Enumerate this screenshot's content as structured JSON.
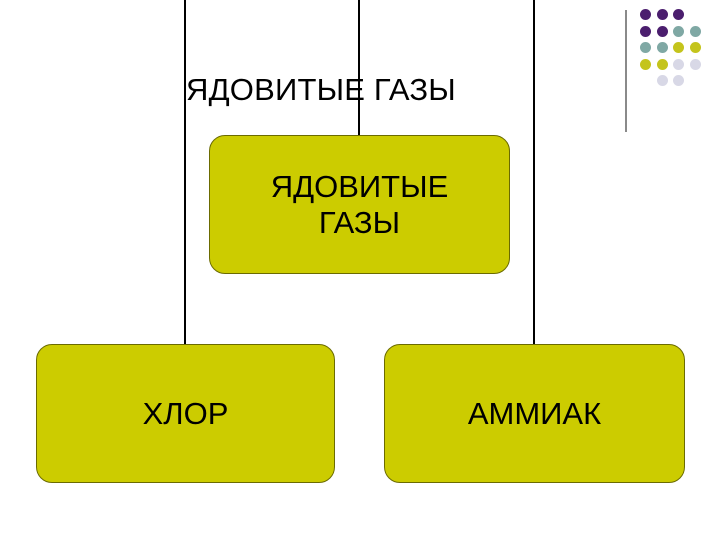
{
  "title": "ЯДОВИТЫЕ  ГАЗЫ",
  "diagram": {
    "root": {
      "label_line1": "ЯДОВИТЫЕ",
      "label_line2": "ГАЗЫ"
    },
    "children": [
      {
        "label": "ХЛОР"
      },
      {
        "label": "АММИАК"
      }
    ]
  },
  "colors": {
    "node_fill": "#cccc00",
    "node_border": "#6b6b00",
    "connector": "#000000",
    "text": "#000000"
  },
  "decoration": {
    "dot_colors": {
      "purple": "#4b1e6e",
      "teal": "#7fa8a4",
      "olive": "#c4c41c",
      "lavender": "#d8d8e6"
    },
    "dot_rows": [
      [
        "purple",
        "purple",
        "purple",
        ""
      ],
      [
        "purple",
        "purple",
        "teal",
        "teal"
      ],
      [
        "teal",
        "teal",
        "olive",
        "olive"
      ],
      [
        "olive",
        "olive",
        "lavender",
        "lavender"
      ],
      [
        "",
        "lavender",
        "lavender",
        ""
      ]
    ]
  }
}
